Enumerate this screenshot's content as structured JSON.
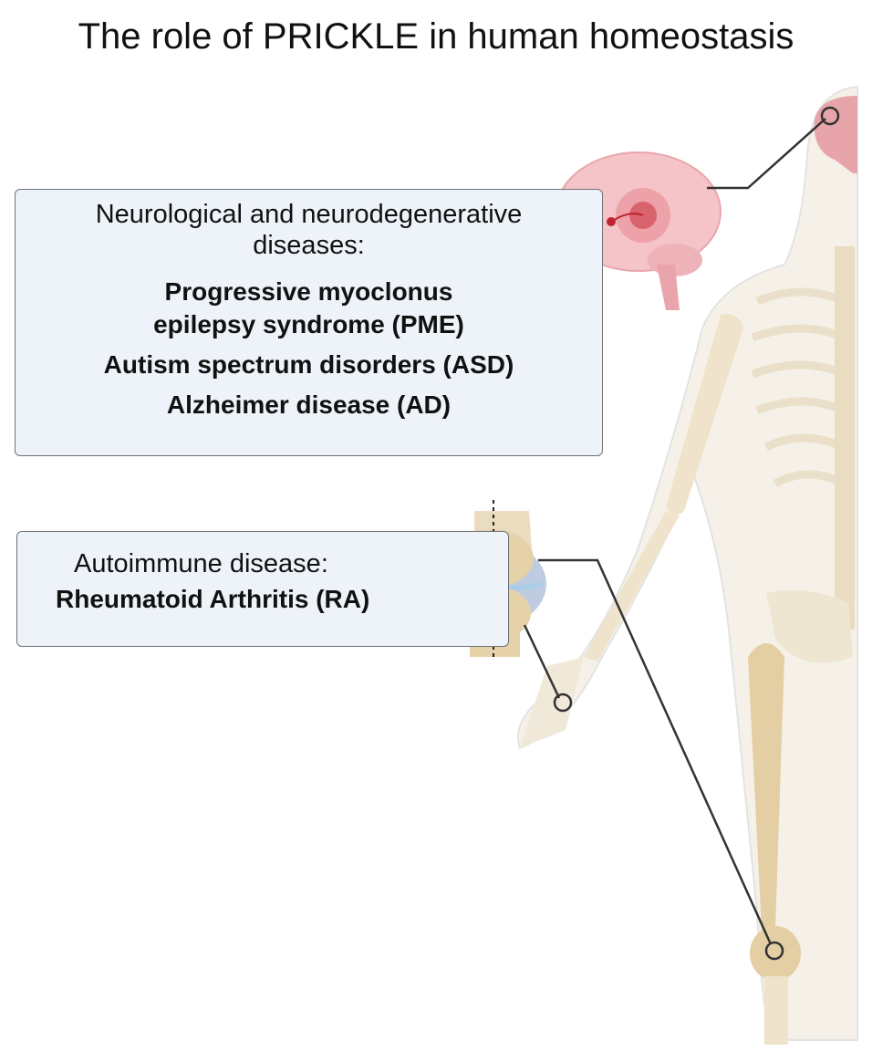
{
  "title": "The role of PRICKLE in human homeostasis",
  "neuro": {
    "header": "Neurological and neurodegenerative diseases:",
    "items": [
      "Progressive myoclonus epilepsy syndrome (PME)",
      "Autism spectrum disorders (ASD)",
      "Alzheimer disease (AD)"
    ]
  },
  "autoimmune": {
    "header": "Autoimmune disease:",
    "items": [
      "Rheumatoid Arthritis (RA)"
    ]
  },
  "colors": {
    "box_bg": "#eef3fa",
    "bone": "#eadcbf",
    "brain": "#f2b8bd",
    "inflamed": "#d8323c"
  }
}
